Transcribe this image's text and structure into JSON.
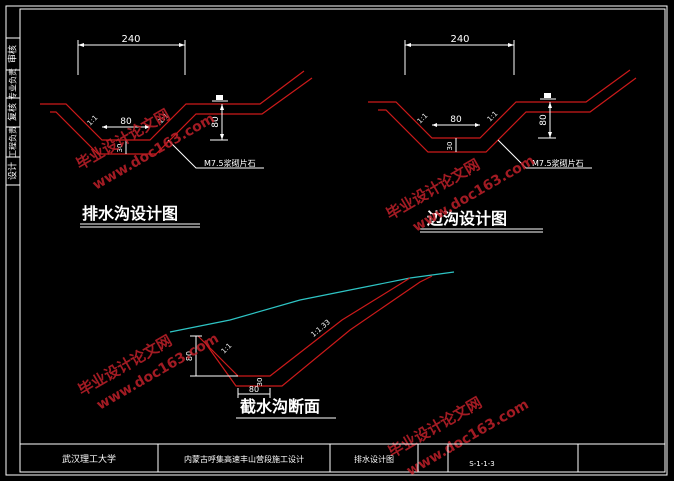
{
  "side_strip": {
    "labels": [
      "审核",
      "专业负责",
      "复核",
      "工程负责",
      "设计"
    ]
  },
  "drawings": {
    "ditch1": {
      "title": "排水沟设计图",
      "top_width": "240",
      "bottom_width": "80",
      "depth": "80",
      "lining": "30",
      "slope_left": "1:1",
      "slope_right": "1:1",
      "material": "M7.5浆砌片石"
    },
    "ditch2": {
      "title": "边沟设计图",
      "top_width": "240",
      "bottom_width": "80",
      "depth": "80",
      "lining": "30",
      "slope_left": "1:1",
      "slope_right": "1:1",
      "material": "M7.5浆砌片石"
    },
    "ditch3": {
      "title": "截水沟断面",
      "bottom_width": "80",
      "depth": "80",
      "lining": "30",
      "slope_left": "1:1",
      "slope_right": "1:1.33"
    }
  },
  "title_block": {
    "school": "武汉理工大学",
    "project": "内蒙古呼集高速丰山营段施工设计",
    "drawing_name": "排水设计图",
    "drawing_no": "S-1-1-3"
  },
  "watermarks": [
    "毕业设计论文网",
    "www.doc163.com"
  ],
  "colors": {
    "frame": "#ffffff",
    "ditch_line": "#cc1a1a",
    "ground_line": "#2ec4c4",
    "dimension": "#ffffff",
    "watermark": "#c0202a",
    "title_text": "#ffffff"
  }
}
